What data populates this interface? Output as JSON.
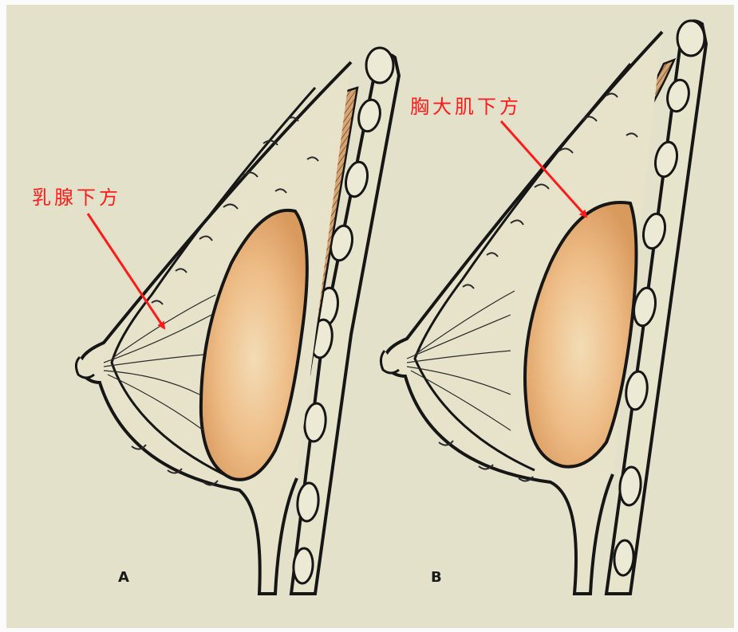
{
  "labels": {
    "subglandular": "乳腺下方",
    "submuscular": "胸大肌下方"
  },
  "panels": {
    "left": "A",
    "right": "B"
  },
  "colors": {
    "paper": "#e3e1ca",
    "ink": "#161616",
    "implant_center": "#f3dcb5",
    "implant_edge": "#d99a5e",
    "arrow": "#ff1a1a"
  }
}
